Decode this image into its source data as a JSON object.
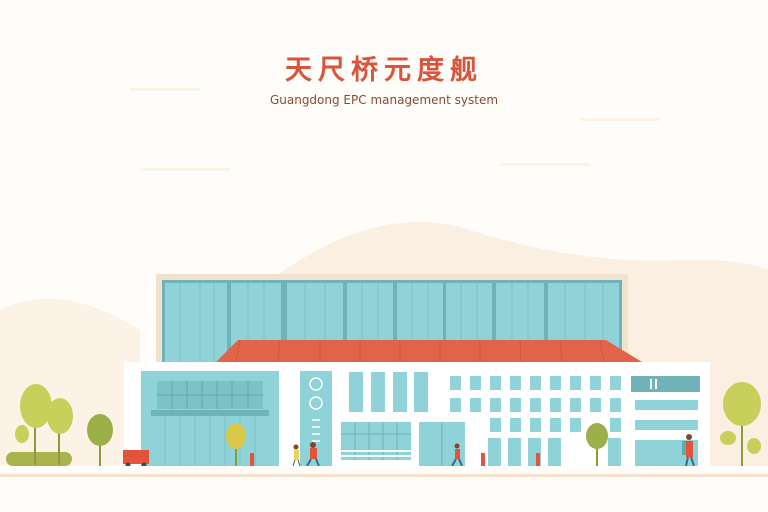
{
  "header": {
    "title": "天尺桥元度舰",
    "subtitle": "Guangdong EPC management system"
  },
  "illustration": {
    "subject": "building-scene",
    "colors": {
      "background": "#fffdfa",
      "hill": "#fbefe1",
      "title": "#d9543a",
      "subtitle": "#8a4a32",
      "glass": "#8fd3d8",
      "glass_dark": "#5fa9b0",
      "frame": "#f1e2cf",
      "roof": "#e0634a",
      "wall": "#ffffff",
      "tree_light": "#c8cf5a",
      "tree_dark": "#9cb04a",
      "truck": "#e2543a"
    }
  }
}
